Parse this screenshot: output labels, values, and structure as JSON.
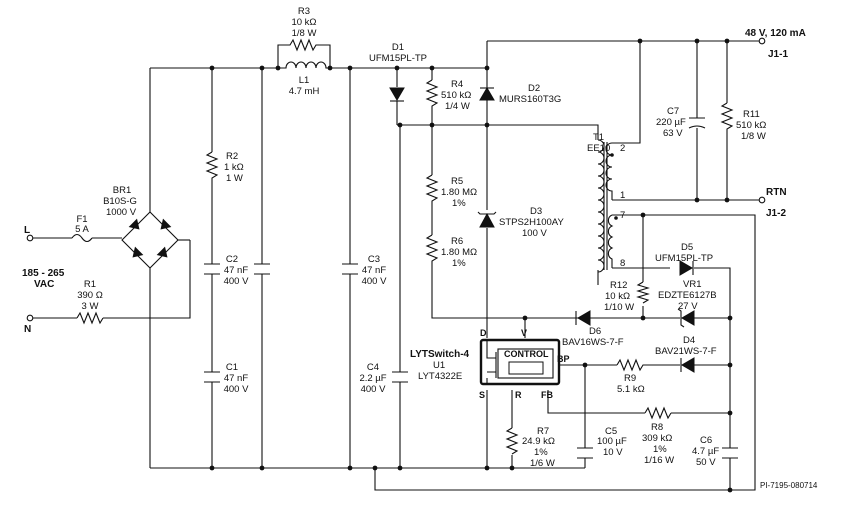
{
  "labels": {
    "output_rating": "48 V, 120 mA",
    "j1_1": "J1-1",
    "rtn": "RTN",
    "j1_2": "J1-2",
    "line": "L",
    "neutral": "N",
    "input_range_1": "185 - 265",
    "input_range_2": "VAC",
    "drawing_id": "PI-7195-080714"
  },
  "components": {
    "f1": {
      "ref": "F1",
      "value": "5 A"
    },
    "r1": {
      "ref": "R1",
      "value": "390 Ω",
      "power": "3 W"
    },
    "br1": {
      "ref": "BR1",
      "part": "B10S-G",
      "rating": "1000 V"
    },
    "r2": {
      "ref": "R2",
      "value": "1 kΩ",
      "power": "1 W"
    },
    "c2": {
      "ref": "C2",
      "value": "47 nF",
      "rating": "400 V"
    },
    "c1": {
      "ref": "C1",
      "value": "47 nF",
      "rating": "400 V"
    },
    "r3": {
      "ref": "R3",
      "value": "10 kΩ",
      "power": "1/8 W"
    },
    "l1": {
      "ref": "L1",
      "value": "4.7 mH"
    },
    "c3": {
      "ref": "C3",
      "value": "47 nF",
      "rating": "400 V"
    },
    "c4": {
      "ref": "C4",
      "value": "2.2 µF",
      "rating": "400 V"
    },
    "d1": {
      "ref": "D1",
      "part": "UFM15PL-TP"
    },
    "r4": {
      "ref": "R4",
      "value": "510 kΩ",
      "power": "1/4 W"
    },
    "d2": {
      "ref": "D2",
      "part": "MURS160T3G"
    },
    "r5": {
      "ref": "R5",
      "value": "1.80 MΩ",
      "tol": "1%"
    },
    "r6": {
      "ref": "R6",
      "value": "1.80 MΩ",
      "tol": "1%"
    },
    "d3": {
      "ref": "D3",
      "part": "STPS2H100AY",
      "rating": "100 V"
    },
    "t1": {
      "ref": "T1",
      "part": "EE10",
      "pins": [
        "2",
        "1",
        "7",
        "8"
      ]
    },
    "c7": {
      "ref": "C7",
      "value": "220 µF",
      "rating": "63 V"
    },
    "r11": {
      "ref": "R11",
      "value": "510 kΩ",
      "power": "1/8 W"
    },
    "d5": {
      "ref": "D5",
      "part": "UFM15PL-TP"
    },
    "vr1": {
      "ref": "VR1",
      "part": "EDZTE6127B",
      "rating": "27 V"
    },
    "r12": {
      "ref": "R12",
      "value": "10 kΩ",
      "power": "1/10 W"
    },
    "d6": {
      "ref": "D6",
      "part": "BAV16WS-7-F"
    },
    "d4": {
      "ref": "D4",
      "part": "BAV21WS-7-F"
    },
    "r9": {
      "ref": "R9",
      "value": "5.1 kΩ"
    },
    "r8": {
      "ref": "R8",
      "value": "309 kΩ",
      "tol": "1%",
      "power": "1/16 W"
    },
    "r7": {
      "ref": "R7",
      "value": "24.9 kΩ",
      "tol": "1%",
      "power": "1/6 W"
    },
    "c5": {
      "ref": "C5",
      "value": "100 µF",
      "rating": "10 V"
    },
    "c6": {
      "ref": "C6",
      "value": "4.7 µF",
      "rating": "50 V"
    },
    "u1": {
      "family": "LYTSwitch-4",
      "ref": "U1",
      "part": "LYT4322E",
      "block": "CONTROL",
      "pins": {
        "d": "D",
        "v": "V",
        "bp": "BP",
        "s": "S",
        "r": "R",
        "fb": "FB"
      }
    }
  }
}
